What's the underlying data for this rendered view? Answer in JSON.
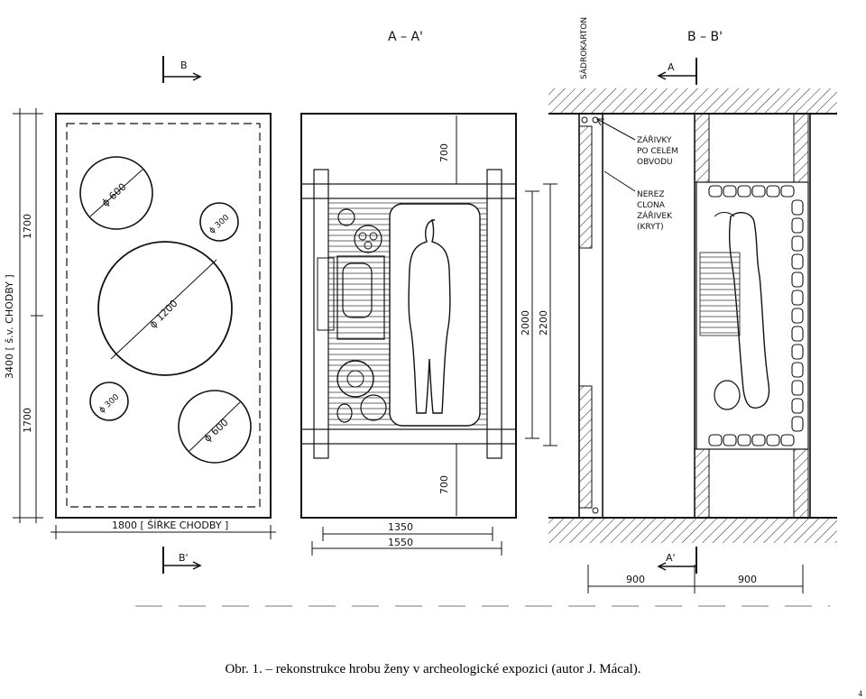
{
  "sections": {
    "plan": {
      "cut_marker_top": "B",
      "cut_marker_bottom": "B'",
      "height_total": "3400 [ š.v. CHODBY ]",
      "height_upper": "1700",
      "height_lower": "1700",
      "width_label": "1800 [ ŠÍŘKE CHODBY ]",
      "holes": [
        "ϕ 600",
        "ϕ 300",
        "ϕ 1200",
        "ϕ 300",
        "ϕ 600"
      ]
    },
    "section_aa": {
      "title": "A – A'",
      "top_offset": "700",
      "bottom_offset": "700",
      "inner_length": "2000",
      "outer_length": "2200",
      "inner_width": "1350",
      "outer_width": "1550"
    },
    "section_bb": {
      "title": "B – B'",
      "cut_marker_top": "A",
      "cut_marker_bottom": "A'",
      "ceiling_label": "SÁDROKARTON",
      "note_lights": "ZÁŘIVKY\nPO CELÉM\nOBVODU",
      "note_cover": "NEREZ\nCLONA\nZÁŘIVEK\n(KRYT)",
      "left_width": "900",
      "right_width": "900"
    }
  },
  "caption": "Obr. 1. – rekonstrukce hrobu ženy v archeologické expozici (autor J. Mácal).",
  "page_number": "4"
}
